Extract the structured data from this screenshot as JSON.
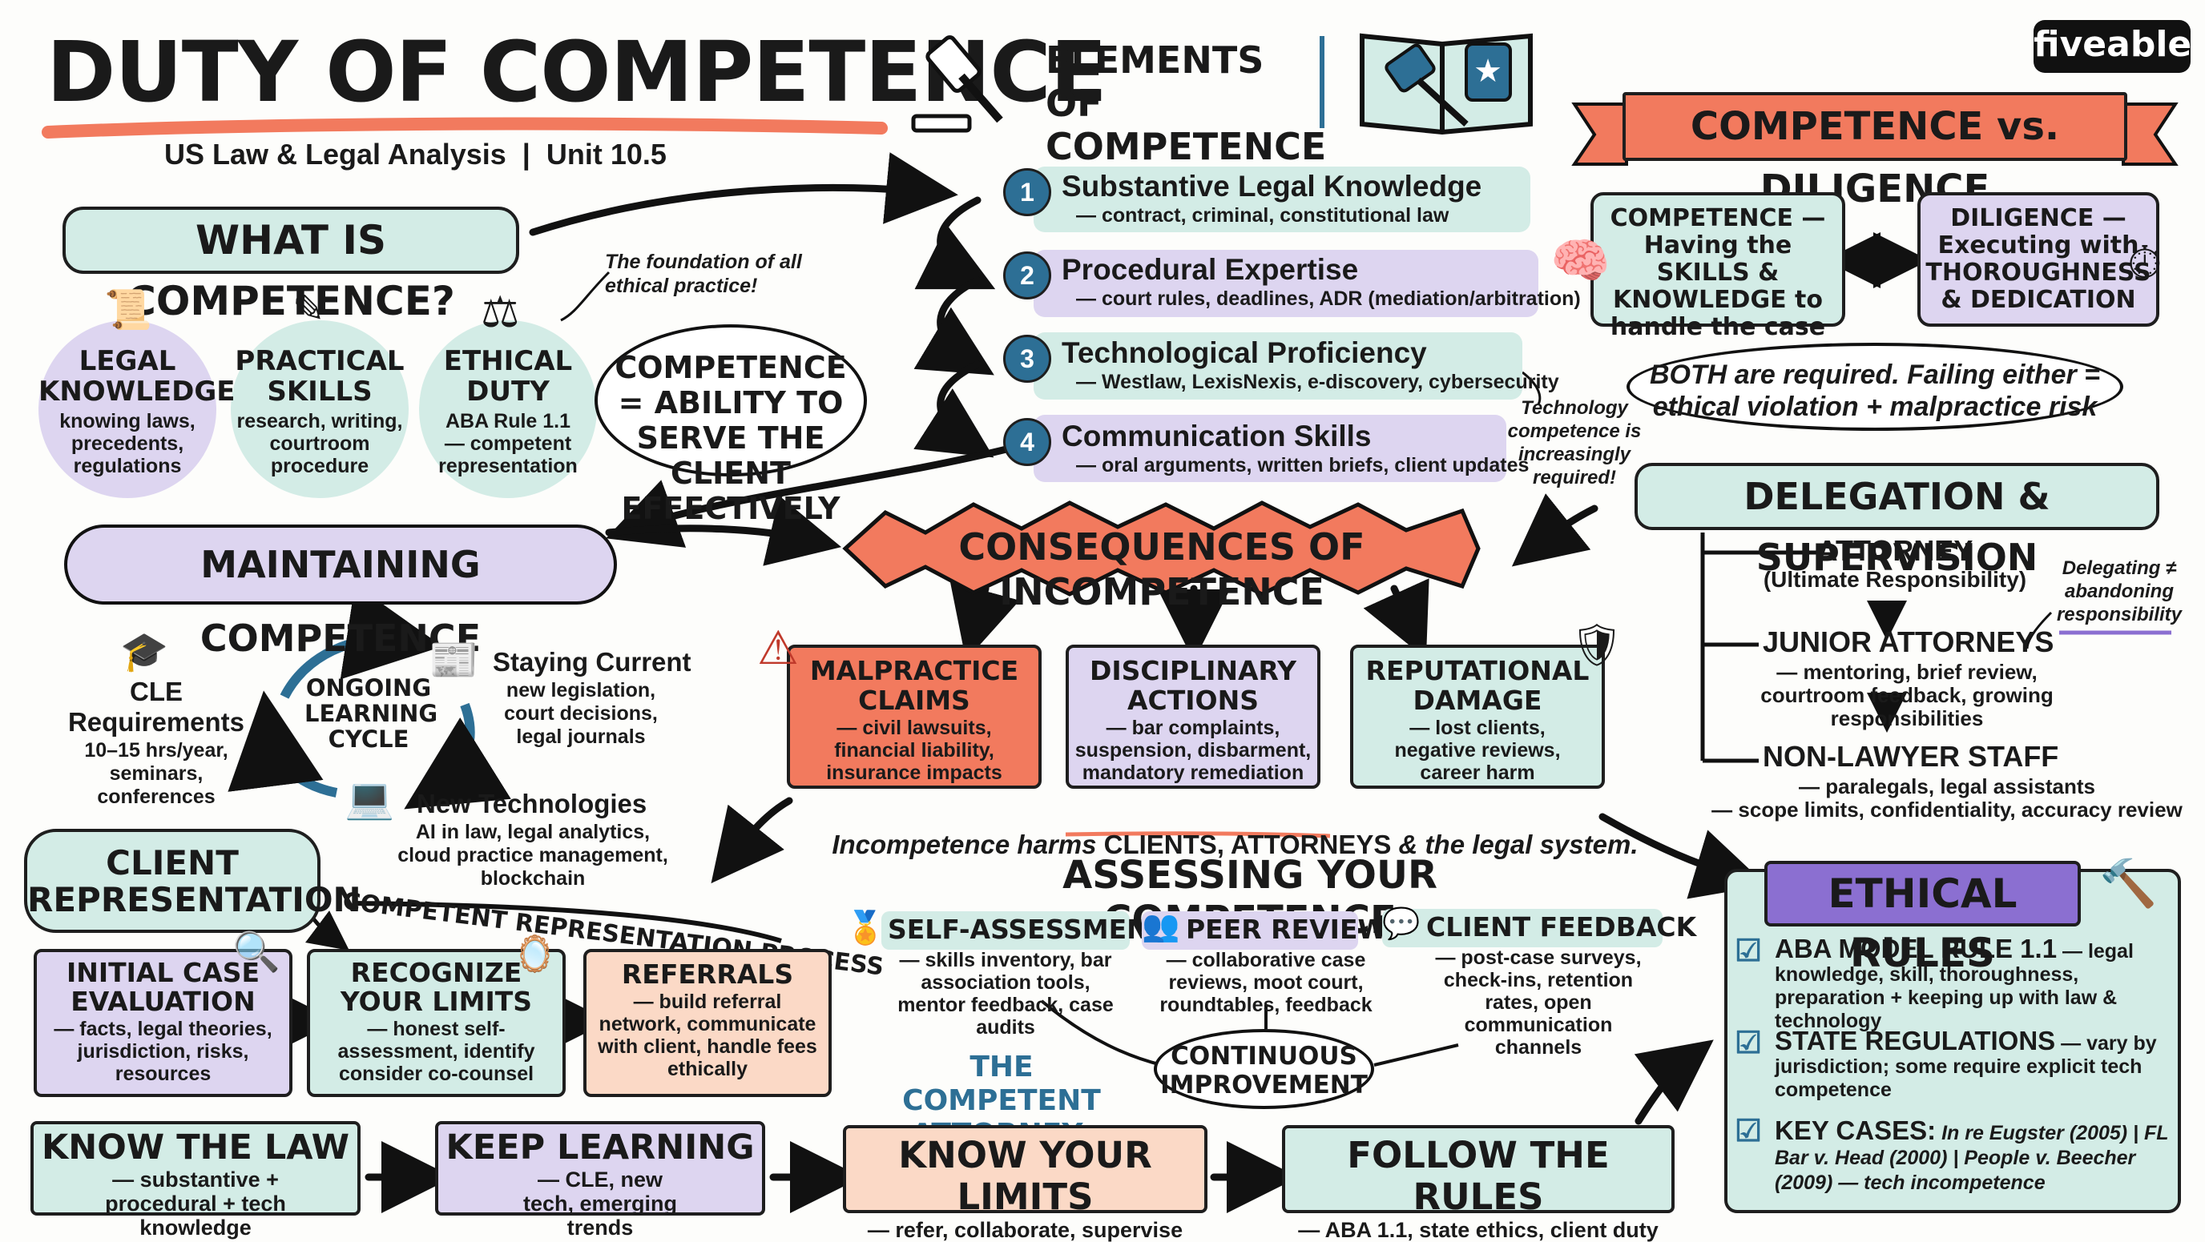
{
  "title": "DUTY OF COMPETENCE",
  "subtitle": "US Law & Legal Analysis  |  Unit 10.5",
  "brand": "fiveable",
  "elements_header": "ELEMENTS OF COMPETENCE",
  "what_is": {
    "heading": "WHAT IS COMPETENCE?",
    "items": [
      {
        "title": "LEGAL KNOWLEDGE",
        "desc": "knowing laws, precedents, regulations",
        "icon": "scroll-icon"
      },
      {
        "title": "PRACTICAL SKILLS",
        "desc": "research, writing, courtroom procedure",
        "icon": "pen-icon"
      },
      {
        "title": "ETHICAL DUTY",
        "desc": "ABA Rule 1.1 — competent representation",
        "icon": "scales-icon"
      }
    ],
    "note": "The foundation of all ethical practice!",
    "definition": "COMPETENCE = ABILITY TO SERVE THE CLIENT EFFECTIVELY"
  },
  "elements": [
    {
      "num": "1",
      "title": "Substantive Legal Knowledge",
      "desc": "— contract, criminal, constitutional law"
    },
    {
      "num": "2",
      "title": "Procedural Expertise",
      "desc": "— court rules, deadlines, ADR (mediation/arbitration)"
    },
    {
      "num": "3",
      "title": "Technological Proficiency",
      "desc": "— Westlaw, LexisNexis, e-discovery, cybersecurity"
    },
    {
      "num": "4",
      "title": "Communication Skills",
      "desc": "— oral arguments, written briefs, client updates"
    }
  ],
  "tech_note": "Technology competence is increasingly required!",
  "comp_vs_dil": {
    "banner": "COMPETENCE vs. DILIGENCE",
    "competence": "COMPETENCE — Having the SKILLS & KNOWLEDGE to handle the case",
    "diligence": "DILIGENCE — Executing with THOROUGHNESS & DEDICATION",
    "both_1": "BOTH are required. Failing either =",
    "both_2": "ethical violation + malpractice risk"
  },
  "delegation": {
    "heading": "DELEGATION & SUPERVISION",
    "attorney": "ATTORNEY",
    "attorney_sub": "(Ultimate Responsibility)",
    "note": "Delegating ≠ abandoning responsibility",
    "junior": "JUNIOR ATTORNEYS",
    "junior_desc": "— mentoring, brief review, courtroom feedback, growing responsibilities",
    "staff": "NON-LAWYER STAFF",
    "staff_desc_1": "— paralegals, legal assistants",
    "staff_desc_2": "— scope limits, confidentiality, accuracy review"
  },
  "maintaining": {
    "heading": "MAINTAINING COMPETENCE",
    "cycle": "ONGOING LEARNING CYCLE",
    "cle_title": "CLE Requirements",
    "cle_desc": "10–15 hrs/year, seminars, conferences",
    "staying_title": "Staying Current",
    "staying_desc": "new legislation, court decisions, legal journals",
    "newtech_title": "New Technologies",
    "newtech_desc_1": "AI in law, legal analytics,",
    "newtech_desc_2": "cloud practice management, blockchain"
  },
  "consequences": {
    "heading": "CONSEQUENCES OF INCOMPETENCE",
    "items": [
      {
        "title": "MALPRACTICE CLAIMS",
        "desc": "— civil lawsuits, financial liability, insurance impacts"
      },
      {
        "title": "DISCIPLINARY ACTIONS",
        "desc": "— bar complaints, suspension, disbarment, mandatory remediation"
      },
      {
        "title": "REPUTATIONAL DAMAGE",
        "desc": "— lost clients, negative reviews, career harm"
      }
    ],
    "harm_pre": "Incompetence harms ",
    "harm_mid": "CLIENTS, ATTORNEYS",
    "harm_post": " & the legal system."
  },
  "client_rep": {
    "heading": "CLIENT REPRESENTATION",
    "process": "COMPETENT REPRESENTATION PROCESS",
    "steps": [
      {
        "title": "INITIAL CASE EVALUATION",
        "desc": "— facts, legal theories, jurisdiction, risks, resources"
      },
      {
        "title": "RECOGNIZE YOUR LIMITS",
        "desc": "— honest self-assessment, identify consider co-counsel"
      },
      {
        "title": "REFERRALS",
        "desc": "— build referral network, communicate with client, handle fees ethically"
      }
    ]
  },
  "assessing": {
    "heading": "ASSESSING YOUR COMPETENCE",
    "self_title": "SELF-ASSESSMENT",
    "self_desc": "— skills inventory, bar association tools, mentor feedback, case audits",
    "peer_title": "PEER REVIEW",
    "peer_desc": "— collaborative case reviews, moot court, roundtables, feedback",
    "client_title": "CLIENT FEEDBACK",
    "client_desc": "— post-case surveys, check-ins, retention rates, open communication channels",
    "center": "CONTINUOUS IMPROVEMENT",
    "competent_attorney": "THE COMPETENT ATTORNEY:"
  },
  "bottom": [
    {
      "title": "KNOW THE LAW",
      "desc": "— substantive + procedural + tech knowledge"
    },
    {
      "title": "KEEP LEARNING",
      "desc": "— CLE, new tech, emerging trends"
    },
    {
      "title": "KNOW YOUR LIMITS",
      "desc": "— refer, collaborate, supervise"
    },
    {
      "title": "FOLLOW THE RULES",
      "desc": "— ABA 1.1, state ethics, client duty"
    }
  ],
  "ethical_rules": {
    "heading": "ETHICAL RULES",
    "rule1_title": "ABA MODEL RULE 1.1",
    "rule1_desc": " — legal knowledge, skill, thoroughness, preparation + keeping up with law & technology",
    "rule2_title": "STATE REGULATIONS",
    "rule2_desc": " — vary by jurisdiction; some require explicit tech competence",
    "rule3_title": "KEY CASES:",
    "rule3_desc": " In re Eugster (2005) | FL Bar v. Head (2000) | People v. Beecher (2009) — tech incompetence"
  },
  "colors": {
    "teal": "#d3ece6",
    "lavender": "#ddd5f0",
    "peach": "#fbd9c6",
    "red": "#f27a5e",
    "blue": "#2d6f95",
    "purple": "#8b6fd1"
  }
}
